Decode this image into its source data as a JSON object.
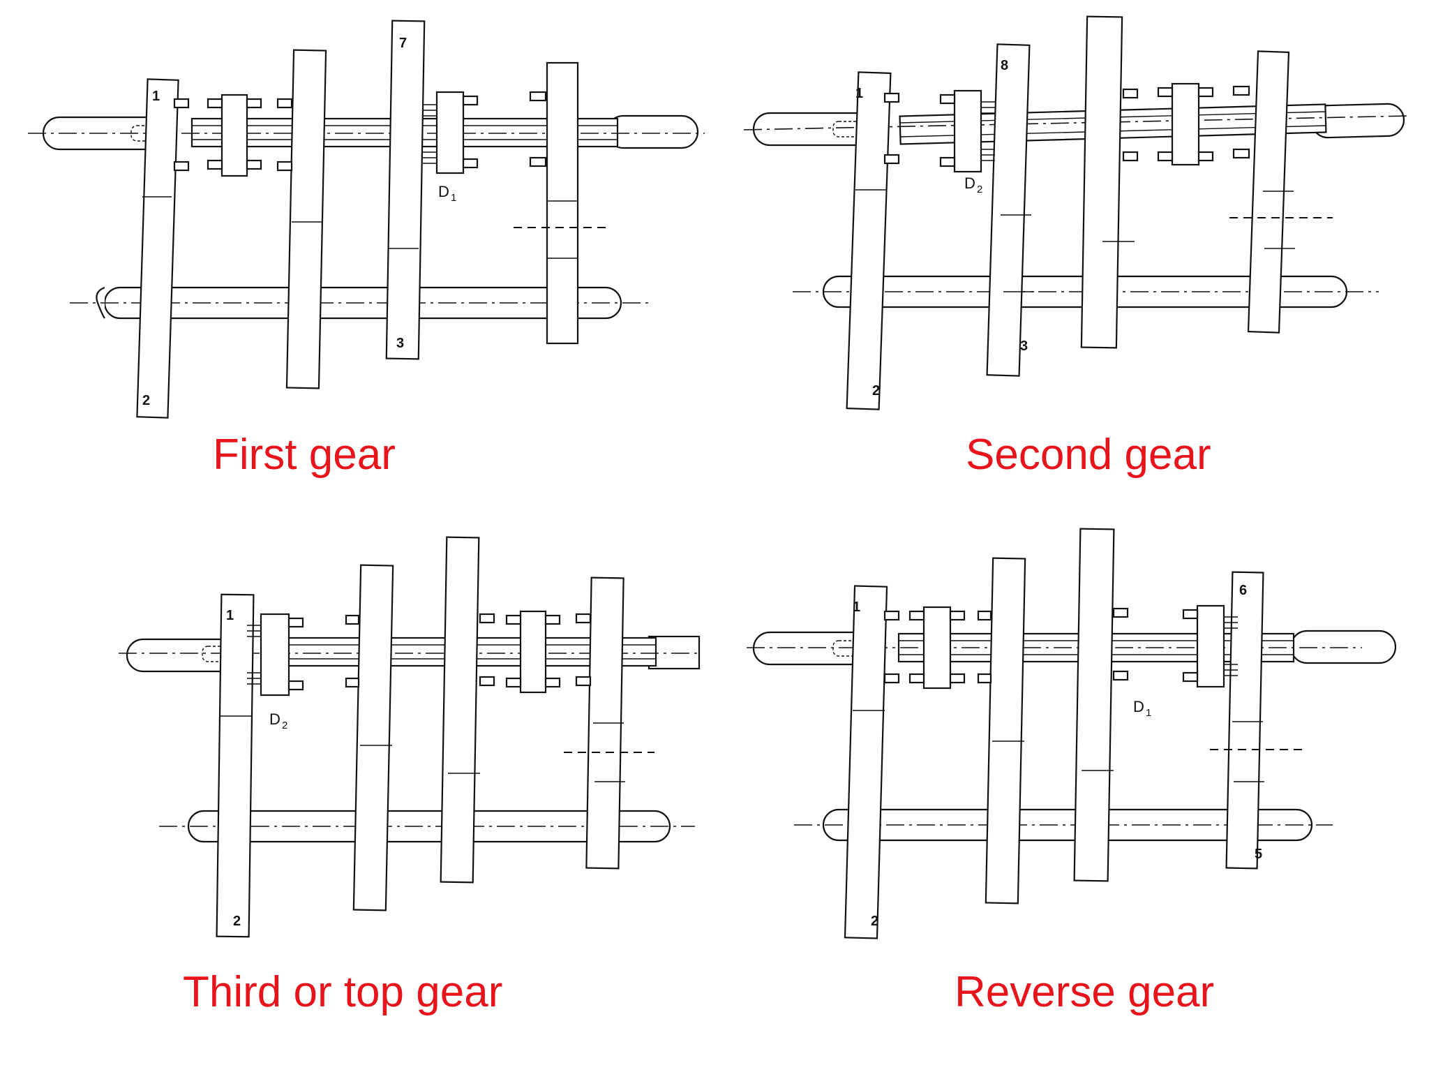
{
  "panels": [
    {
      "caption": "First gear",
      "gear_labels": {
        "g1": "1",
        "g2": "2",
        "g3": "3",
        "g7": "7"
      },
      "clutch_label": {
        "main": "D",
        "sub": "1"
      }
    },
    {
      "caption": "Second gear",
      "gear_labels": {
        "g1": "1",
        "g2": "2",
        "g3": "3",
        "g8": "8"
      },
      "clutch_label": {
        "main": "D",
        "sub": "2"
      }
    },
    {
      "caption": "Third or top gear",
      "gear_labels": {
        "g1": "1",
        "g2": "2"
      },
      "clutch_label": {
        "main": "D",
        "sub": "2"
      }
    },
    {
      "caption": "Reverse gear",
      "gear_labels": {
        "g1": "1",
        "g2": "2",
        "g5": "5",
        "g6": "6"
      },
      "clutch_label": {
        "main": "D",
        "sub": "1"
      }
    }
  ]
}
